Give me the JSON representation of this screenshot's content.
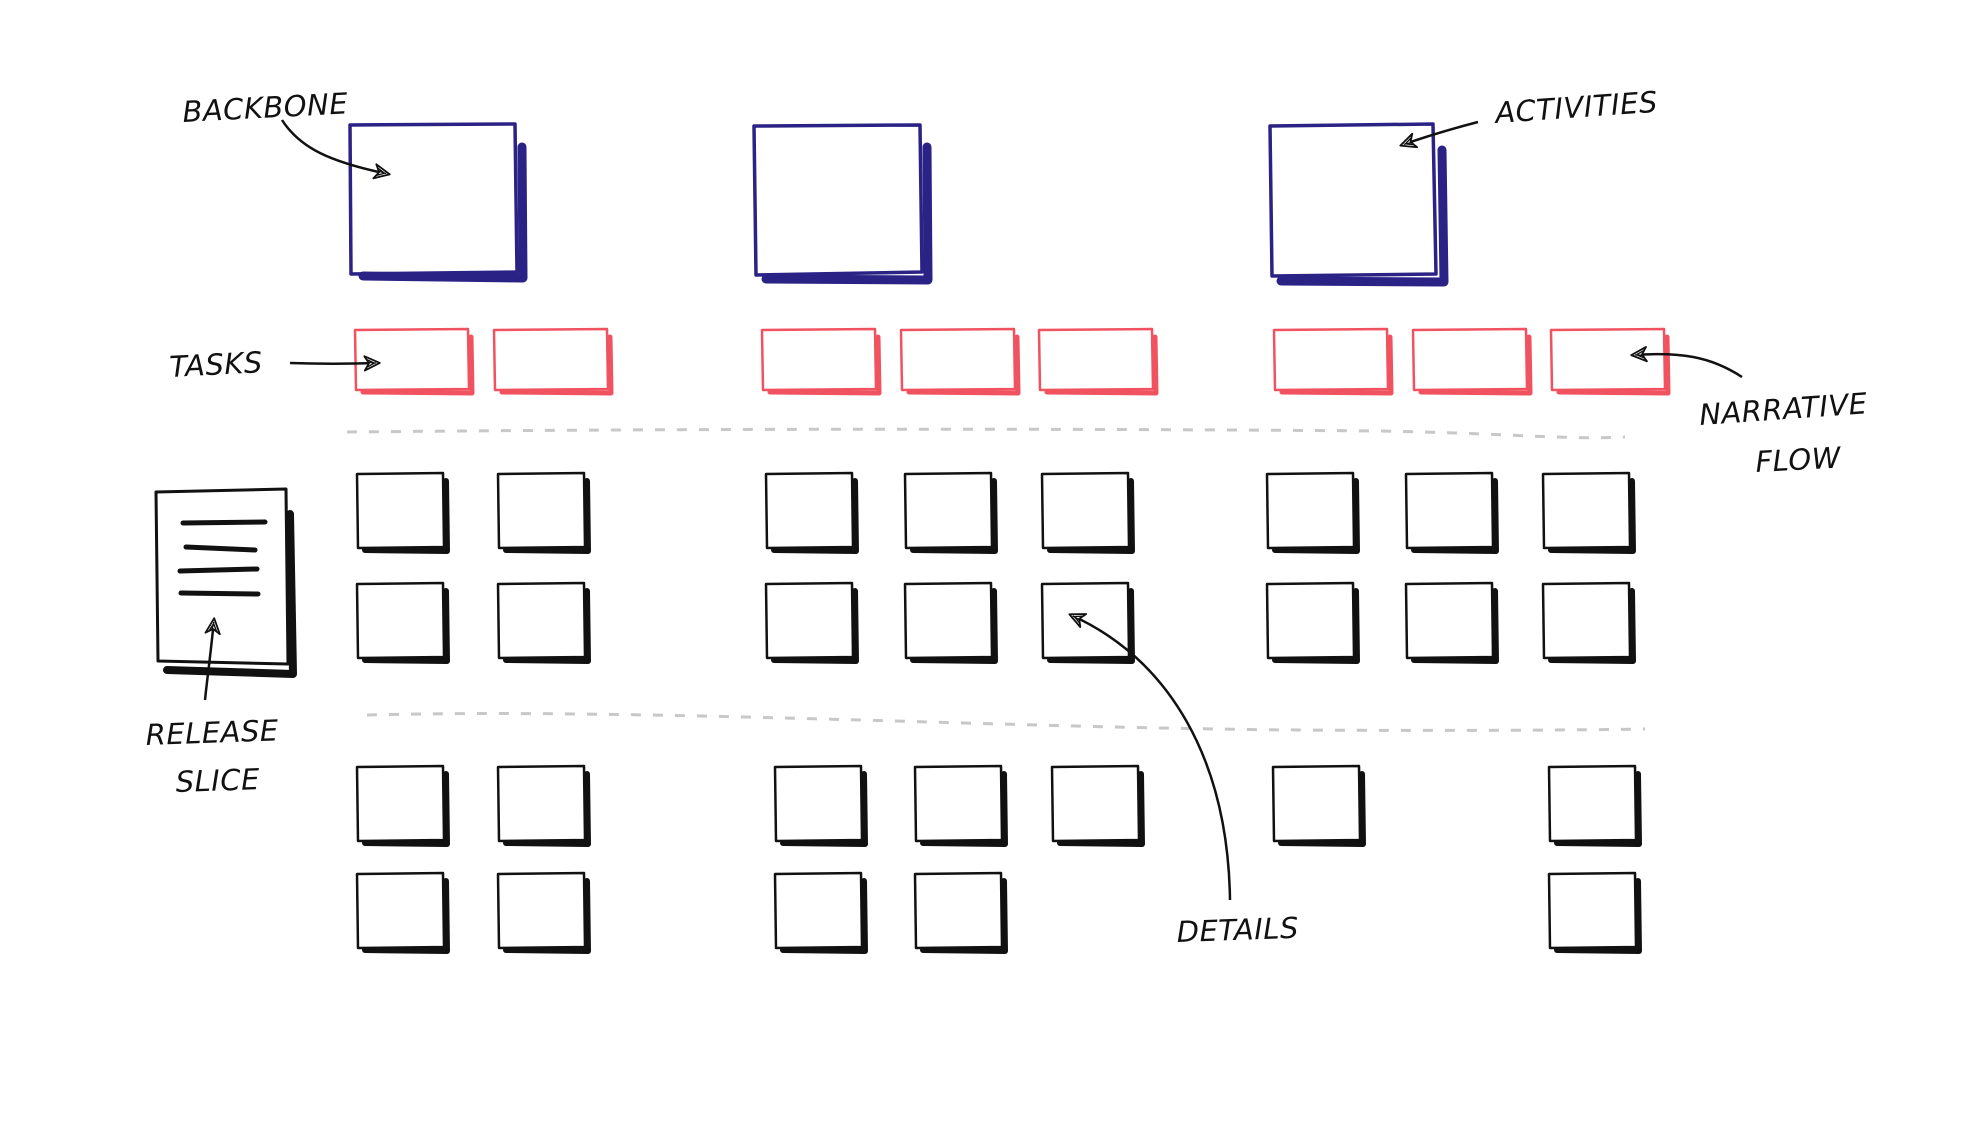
{
  "labels": {
    "backbone": "BACKBONE",
    "activities": "ACTIVITIES",
    "tasks": "TASKS",
    "narrative_flow_line1": "NARRATIVE",
    "narrative_flow_line2": "FLOW",
    "release_slice_line1": "RELEASE",
    "release_slice_line2": "SLICE",
    "details": "DETAILS"
  },
  "colors": {
    "background": "#ffffff",
    "activity_card": "#2b2285",
    "task_card": "#f0525f",
    "detail_card": "#111111",
    "divider": "#c8c8c8",
    "annotation": "#111111"
  },
  "icons": {
    "release_slice": "document-icon",
    "arrows": "hand-drawn-arrow-icon"
  },
  "structure": {
    "activity_groups": 3,
    "tasks_per_group": [
      2,
      3,
      3
    ],
    "release_1_detail_rows": [
      [
        2,
        3,
        3
      ],
      [
        2,
        3,
        3
      ]
    ],
    "release_2_detail_rows": [
      [
        2,
        3,
        2
      ],
      [
        2,
        2,
        1
      ]
    ]
  }
}
